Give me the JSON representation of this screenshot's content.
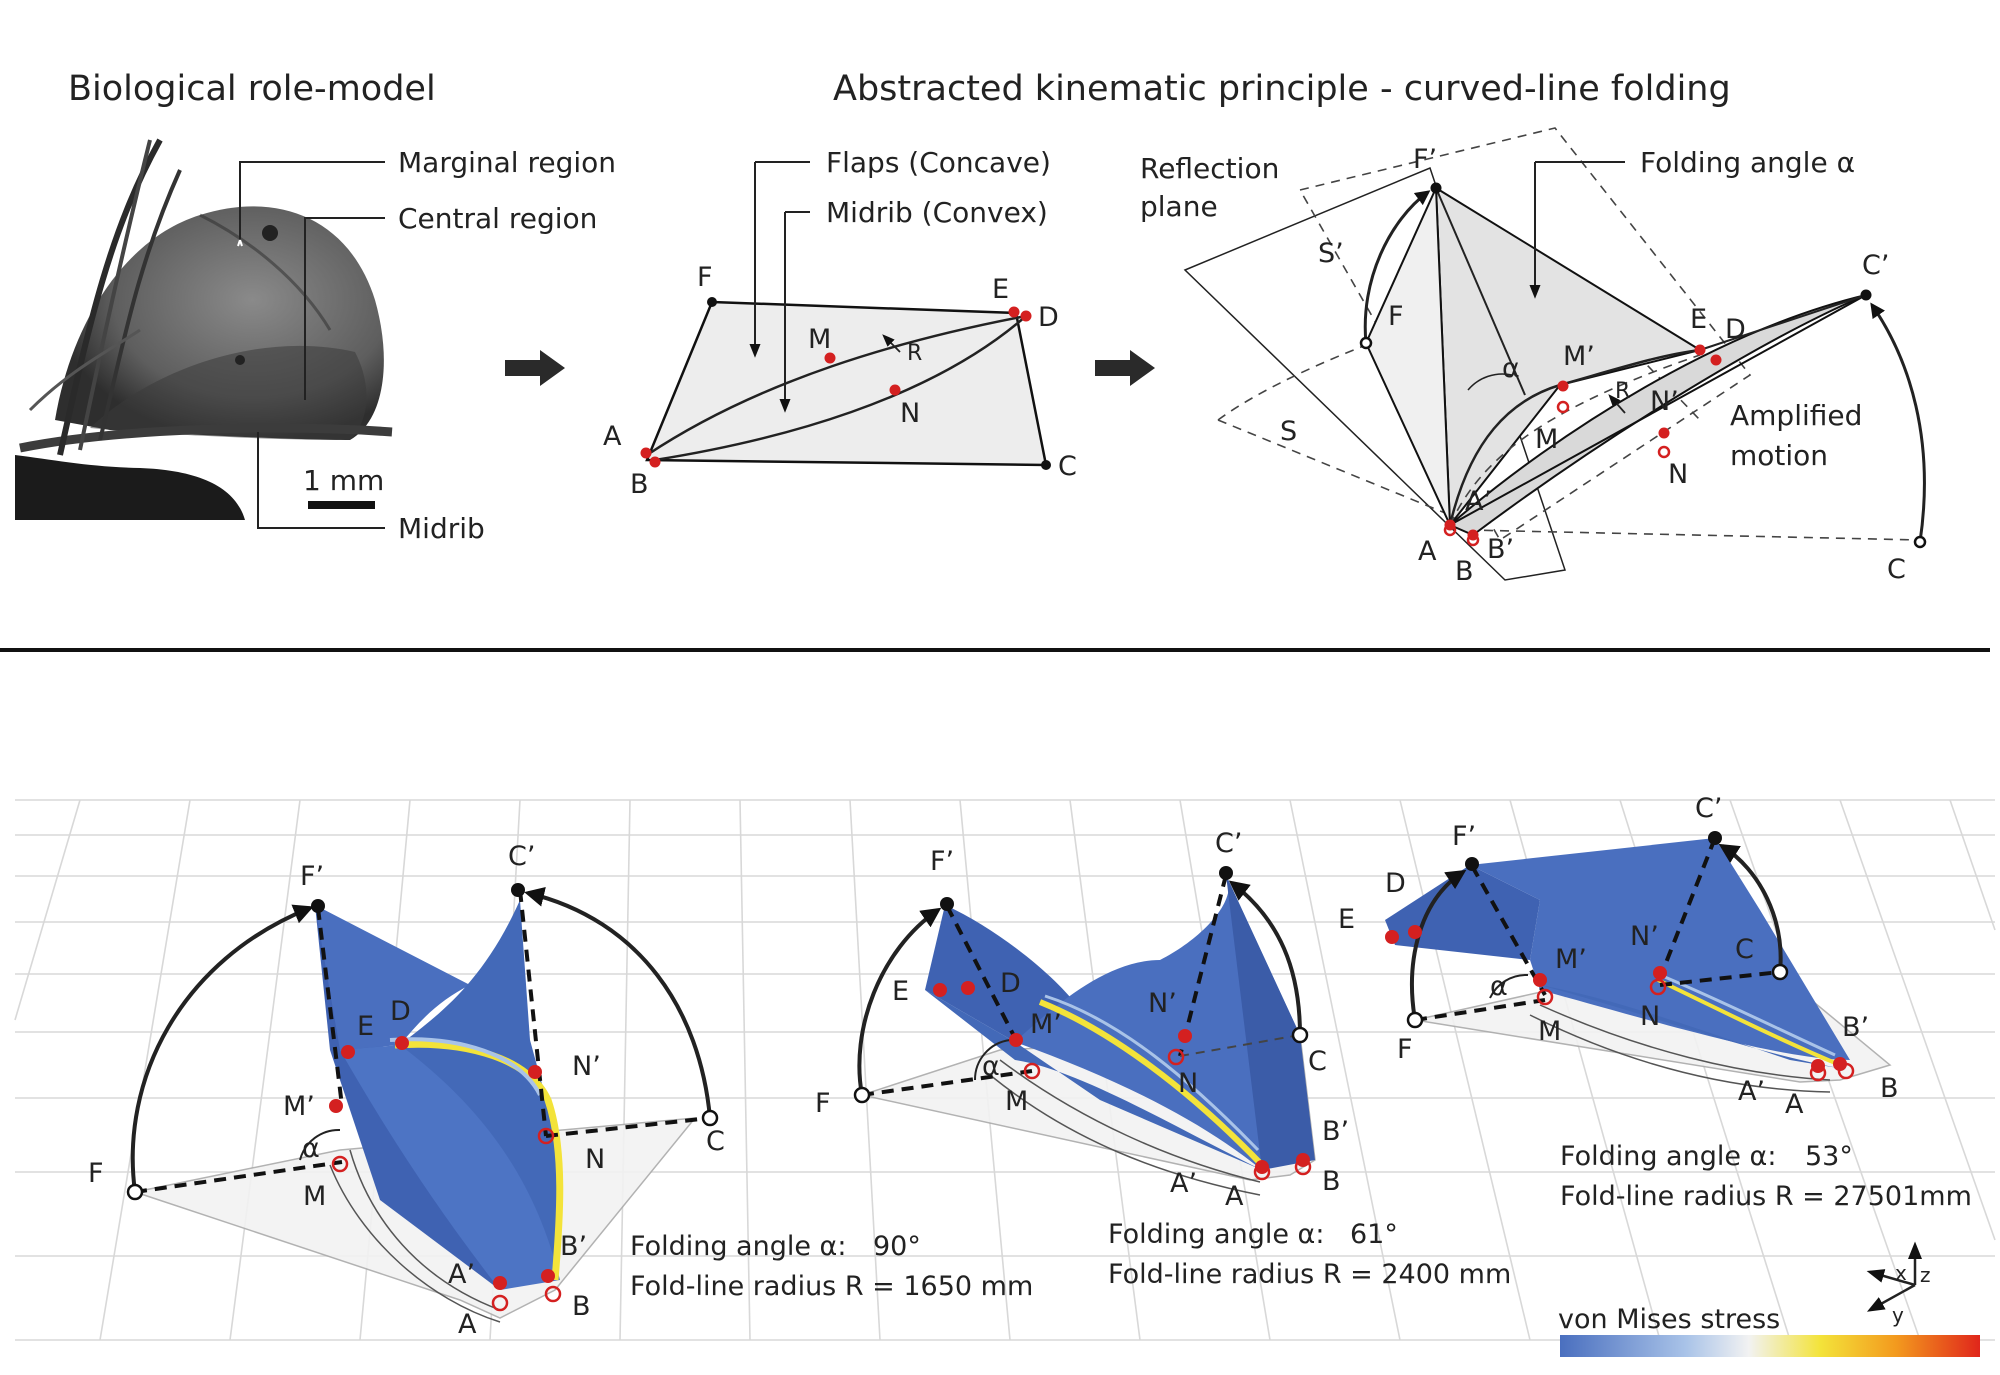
{
  "header": {
    "left_title": "Biological role-model",
    "right_title": "Abstracted kinematic principle - curved-line folding"
  },
  "bio": {
    "marginal": "Marginal region",
    "central": "Central region",
    "midrib": "Midrib",
    "scale": "1 mm"
  },
  "flat": {
    "flaps": "Flaps (Concave)",
    "midrib": "Midrib (Convex)",
    "F": "F",
    "E": "E",
    "D": "D",
    "M": "M",
    "R": "R",
    "N": "N",
    "A": "A",
    "B": "B",
    "C": "C"
  },
  "folded": {
    "reflection": "Reflection",
    "plane": "plane",
    "folding_angle": "Folding angle α",
    "amplified": "Amplified",
    "motion": "motion",
    "Fp": "F’",
    "Cp": "C’",
    "Sp": "S’",
    "S": "S",
    "F": "F",
    "E": "E",
    "D": "D",
    "alpha": "α",
    "Mp": "M’",
    "R": "R",
    "Np": "N’",
    "M": "M",
    "N": "N",
    "Ap": "A’",
    "A": "A",
    "B": "B",
    "Bp": "B’",
    "C": "C"
  },
  "sim1": {
    "Fp": "F’",
    "Cp": "C’",
    "E": "E",
    "D": "D",
    "Mp": "M’",
    "Np": "N’",
    "alpha": "α",
    "F": "F",
    "M": "M",
    "N": "N",
    "C": "C",
    "Bp": "B’",
    "Ap": "A’",
    "A": "A",
    "B": "B",
    "angle_label": "Folding angle α:",
    "angle_value": "90°",
    "radius_label": "Fold-line radius R = 1650 mm"
  },
  "sim2": {
    "Fp": "F’",
    "Cp": "C’",
    "E": "E",
    "D": "D",
    "Mp": "M’",
    "Np": "N’",
    "alpha": "α",
    "F": "F",
    "M": "M",
    "N": "N",
    "C": "C",
    "Bp": "B’",
    "Ap": "A’",
    "A": "A",
    "B": "B",
    "angle_label": "Folding angle α:",
    "angle_value": "61°",
    "radius_label": "Fold-line radius R = 2400 mm"
  },
  "sim3": {
    "Fp": "F’",
    "Cp": "C’",
    "D": "D",
    "E": "E",
    "Mp": "M’",
    "Np": "N’",
    "alpha": "α",
    "F": "F",
    "M": "M",
    "N": "N",
    "C": "C",
    "Bp": "B’",
    "Ap": "A’",
    "A": "A",
    "B": "B",
    "angle_label": "Folding angle α:",
    "angle_value": "53°",
    "radius_label": "Fold-line radius R = 27501mm"
  },
  "legend": {
    "title": "von Mises stress",
    "axes": {
      "x": "x",
      "y": "y",
      "z": "z"
    },
    "colors": [
      "#4a6fbf",
      "#a9c3e8",
      "#f2f2f2",
      "#f3e33a",
      "#f39a1e",
      "#e0261b"
    ]
  }
}
